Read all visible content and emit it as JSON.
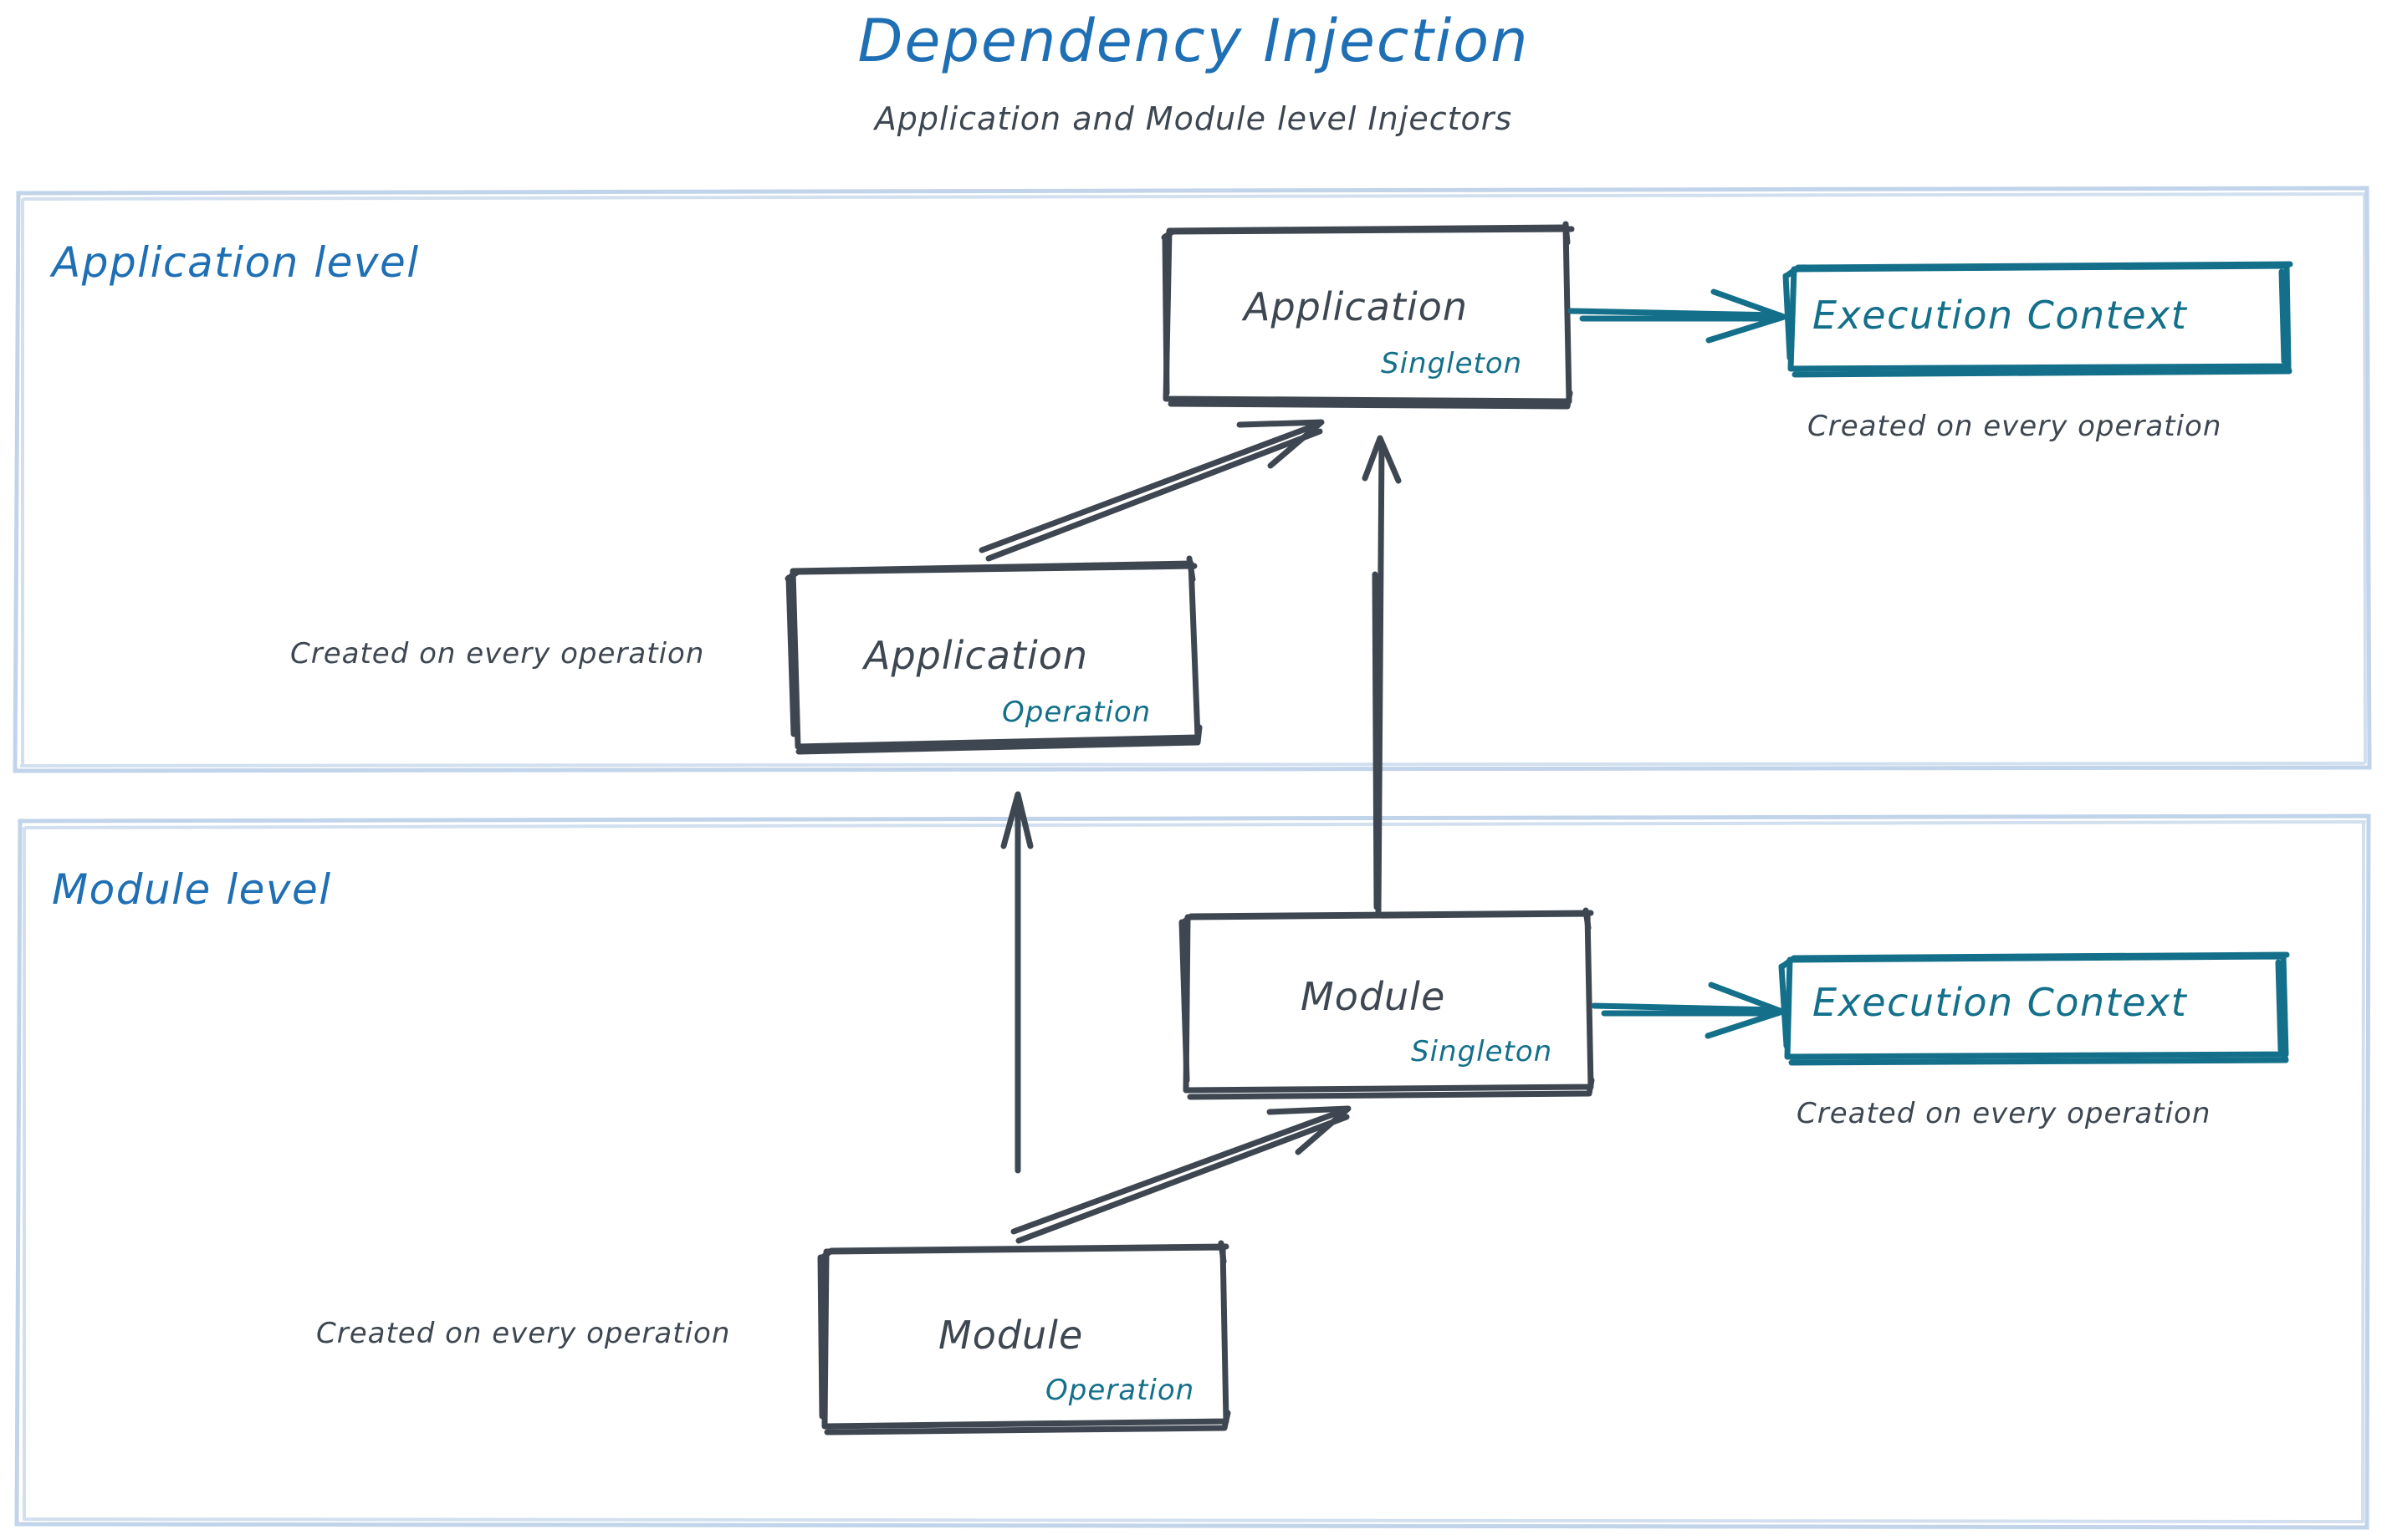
{
  "header": {
    "title": "Dependency Injection",
    "subtitle": "Application and Module level Injectors"
  },
  "colors": {
    "title_blue": "#1f6fb4",
    "section_blue": "#1f6fb4",
    "container_border": "#c2d4ea",
    "node_stroke": "#3e4751",
    "node_text": "#3e4751",
    "accent_teal": "#14708A",
    "background": "#ffffff"
  },
  "sections": [
    {
      "id": "application-level",
      "label": "Application level"
    },
    {
      "id": "module-level",
      "label": "Module level"
    }
  ],
  "nodes": {
    "application_singleton": {
      "title": "Application",
      "scope": "Singleton"
    },
    "application_operation": {
      "title": "Application",
      "scope": "Operation"
    },
    "module_singleton": {
      "title": "Module",
      "scope": "Singleton"
    },
    "module_operation": {
      "title": "Module",
      "scope": "Operation"
    },
    "execution_context_application": {
      "title": "Execution Context"
    },
    "execution_context_module": {
      "title": "Execution Context"
    }
  },
  "notes": {
    "ec_application": "Created on every operation",
    "ec_module": "Created on every operation",
    "application_operation": "Created on every operation",
    "module_operation": "Created on every operation"
  },
  "edges": [
    {
      "from": "application_singleton",
      "to": "execution_context_application",
      "style": "teal-arrow",
      "direction": "right"
    },
    {
      "from": "application_operation",
      "to": "application_singleton",
      "style": "dark-arrow",
      "direction": "up-right"
    },
    {
      "from": "module_singleton",
      "to": "application_singleton",
      "style": "dark-arrow",
      "direction": "up"
    },
    {
      "from": "module_operation",
      "to": "application_operation",
      "style": "dark-arrow",
      "direction": "up"
    },
    {
      "from": "module_operation",
      "to": "module_singleton",
      "style": "dark-arrow",
      "direction": "up-right"
    },
    {
      "from": "module_singleton",
      "to": "execution_context_module",
      "style": "teal-arrow",
      "direction": "right"
    }
  ]
}
